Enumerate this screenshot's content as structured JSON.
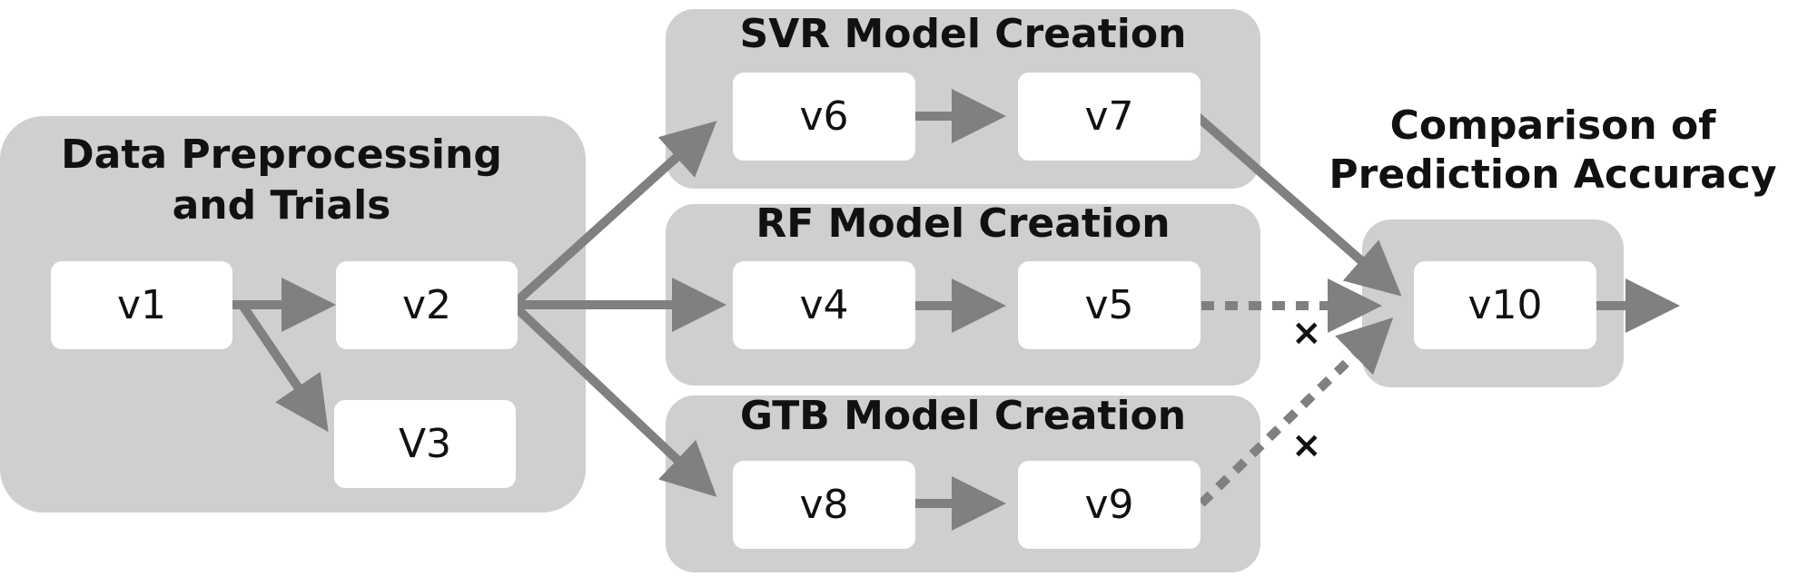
{
  "groups": {
    "preprocessing": {
      "title_line1": "Data Preprocessing",
      "title_line2": "and Trials"
    },
    "svr": {
      "title": "SVR Model Creation"
    },
    "rf": {
      "title": "RF Model Creation"
    },
    "gtb": {
      "title": "GTB Model Creation"
    },
    "comparison": {
      "title_line1": "Comparison of",
      "title_line2": "Prediction Accuracy"
    }
  },
  "nodes": {
    "v1": "v1",
    "v2": "v2",
    "v3": "V3",
    "v4": "v4",
    "v5": "v5",
    "v6": "v6",
    "v7": "v7",
    "v8": "v8",
    "v9": "v9",
    "v10": "v10"
  },
  "marks": {
    "rejected_rf": "×",
    "rejected_gtb": "×"
  },
  "colors": {
    "group_fill": "#d0cece",
    "arrow": "#808080",
    "node_fill": "#ffffff"
  }
}
